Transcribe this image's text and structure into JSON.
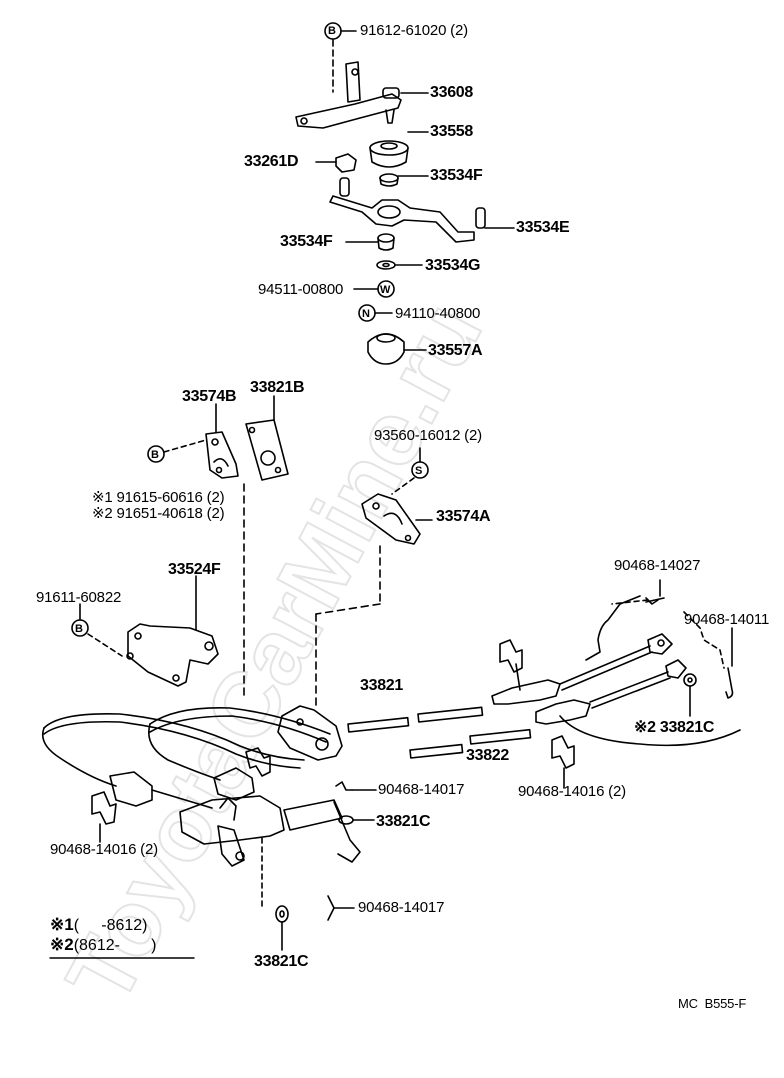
{
  "watermark": "ToyotaCarMine.ru",
  "labels": {
    "b1": "91612-61020 (2)",
    "p33608": "33608",
    "p33558": "33558",
    "p33261d": "33261D",
    "p33534f_a": "33534F",
    "p33534e": "33534E",
    "p33534f_b": "33534F",
    "p33534g": "33534G",
    "p94511": "94511-00800",
    "p94110": "94110-40800",
    "p33557a": "33557A",
    "p33574b": "33574B",
    "p33821b": "33821B",
    "p93560": "93560-16012 (2)",
    "p33574a": "33574A",
    "p91615": "※1 91615-60616 (2)",
    "p91651": "※2 91651-40618 (2)",
    "p33524f": "33524F",
    "p91611": "91611-60822",
    "p90468_14027": "90468-14027",
    "p90468_14011": "90468-14011",
    "p33821": "33821",
    "p33822": "33822",
    "p33821c_r": "※2 33821C",
    "p90468_14016_r": "90468-14016 (2)",
    "p90468_14017_a": "90468-14017",
    "p33821c_m": "33821C",
    "p90468_14016_l": "90468-14016 (2)",
    "p90468_14017_b": "90468-14017",
    "p33821c_b": "33821C"
  },
  "circles": {
    "B": "B",
    "W": "W",
    "N": "N",
    "S": "S"
  },
  "notes": {
    "n1_mark": "※1",
    "n1_text": "(     -8612)",
    "n2_mark": "※2",
    "n2_text": "(8612-       )"
  },
  "code": "MC  B555-F"
}
